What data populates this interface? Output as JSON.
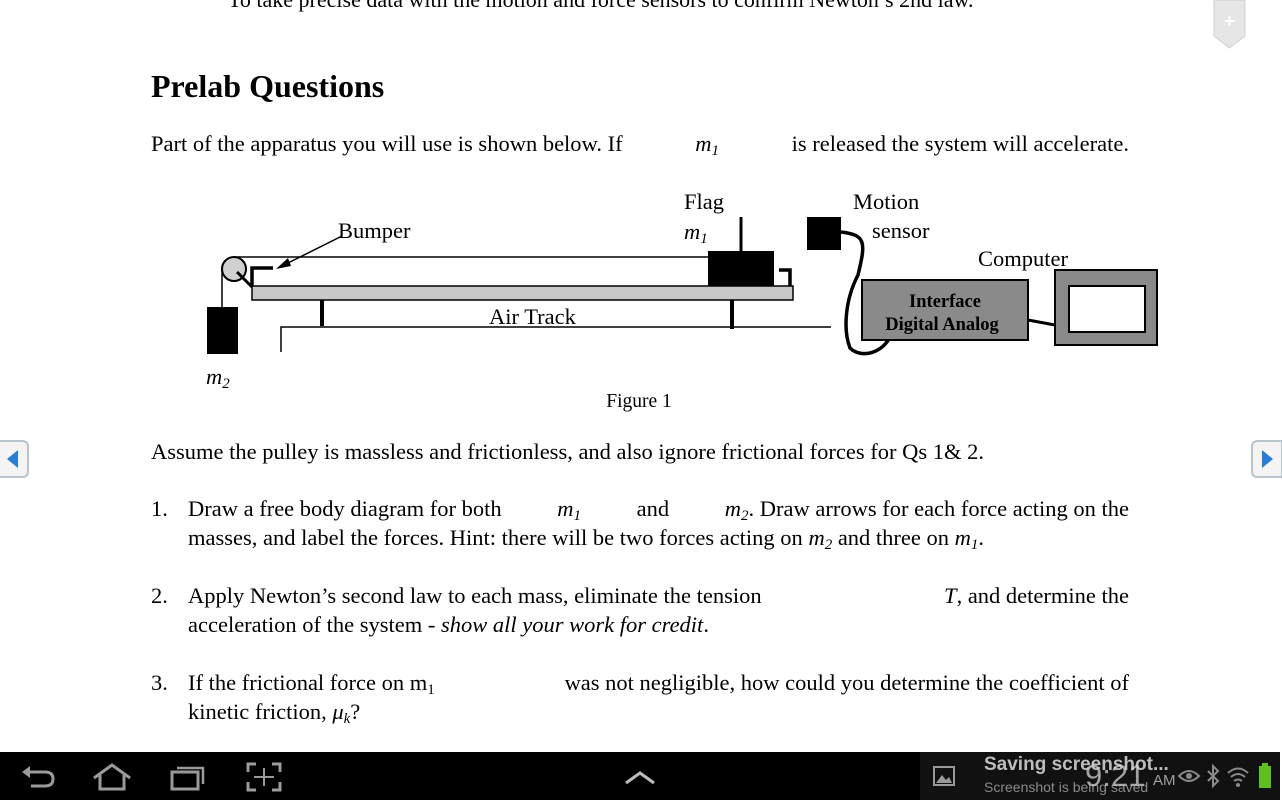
{
  "document": {
    "cut_off_line": "To take precise data with the motion and force sensors to confirm Newton’s 2nd law.",
    "heading": "Prelab Questions",
    "intro": {
      "before": "Part of the apparatus you will use is shown below. If",
      "mass": "m",
      "sub": "1",
      "after": "is released the system will accelerate."
    },
    "figure": {
      "caption": "Figure 1",
      "labels": {
        "flag": "Flag",
        "m1": "m",
        "m1_sub": "1",
        "bumper": "Bumper",
        "motion": "Motion",
        "sensor": "sensor",
        "computer": "Computer",
        "air_track": "Air Track",
        "interface_line1": "Interface",
        "interface_line2": "Digital Analog",
        "m2": "m",
        "m2_sub": "2"
      }
    },
    "assumption": "Assume the pulley is massless and frictionless, and also ignore frictional forces for Qs 1& 2.",
    "questions": [
      {
        "number": "1.",
        "l1_a": "Draw a free body diagram for both",
        "l1_m1": "m",
        "l1_m1_sub": "1",
        "l1_b": "and",
        "l1_m2": "m",
        "l1_m2_sub": "2",
        "l1_c": ". Draw arrows for each force acting on the",
        "l2_a": "masses, and label the forces. Hint: there will be two forces acting on",
        "l2_m2": "m",
        "l2_m2_sub": "2",
        "l2_b": "and three on",
        "l2_m1": "m",
        "l2_m1_sub": "1",
        "l2_c": "."
      },
      {
        "number": "2.",
        "l1_a": "Apply Newton’s second law to each mass, eliminate the tension",
        "l1_T": "T",
        "l1_b": ", and determine the",
        "l2_a": "acceleration of the system -",
        "l2_italic": "show all your work for credit",
        "l2_b": "."
      },
      {
        "number": "3.",
        "l1_a": "If the frictional force on m",
        "l1_sub": "1",
        "l1_b": "was not negligible, how could you determine the coefficient of",
        "l2_a": "kinetic friction,",
        "l2_mu": "μ",
        "l2_mu_sub": "k",
        "l2_b": "?"
      }
    ]
  },
  "notification": {
    "title": "Saving screenshot...",
    "subtitle": "Screenshot is being saved",
    "time": "9:21",
    "ampm": "AM"
  },
  "icons": {
    "bookmark": "bookmark-plus-icon",
    "prev": "page-prev-arrow-icon",
    "next": "page-next-arrow-icon",
    "back": "back-icon",
    "home": "home-icon",
    "recent": "recent-apps-icon",
    "screenshot": "screenshot-icon",
    "menu": "menu-up-icon",
    "gallery": "gallery-icon",
    "eye": "eye-icon",
    "bluetooth": "bluetooth-icon",
    "wifi": "wifi-icon",
    "battery": "battery-icon"
  },
  "colors": {
    "battery": "#5fbf1f",
    "interface_box": "#8a8a8a",
    "track": "#c8c8c8"
  }
}
